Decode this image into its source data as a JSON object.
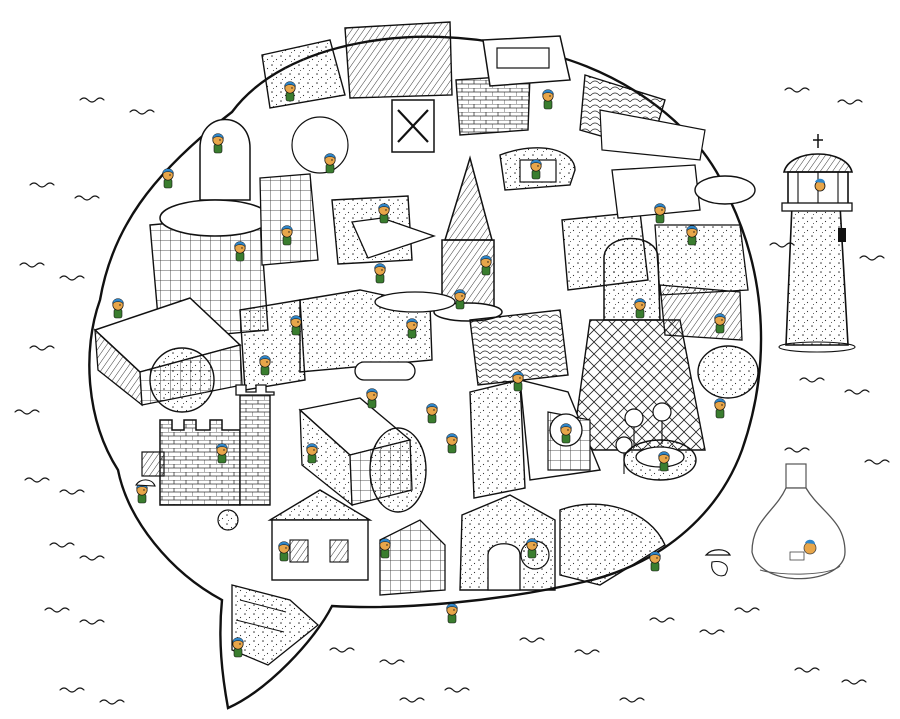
{
  "illustration": {
    "subject": "speech-bubble-island-town",
    "palette": {
      "background": "#ffffff",
      "ink": "#1a1a1a",
      "stipple": "#333333",
      "character_hair": "#2f86c9",
      "character_skin": "#e8a64a",
      "character_shirt": "#3a7d2f",
      "character_accent": "#c0392b",
      "water": "#1a1a1a"
    },
    "elements": {
      "island": "speech-bubble-island",
      "lighthouse": "lighthouse",
      "bottle": "message-bottle",
      "rock": "sea-rock",
      "waves": "wave-marks"
    }
  }
}
